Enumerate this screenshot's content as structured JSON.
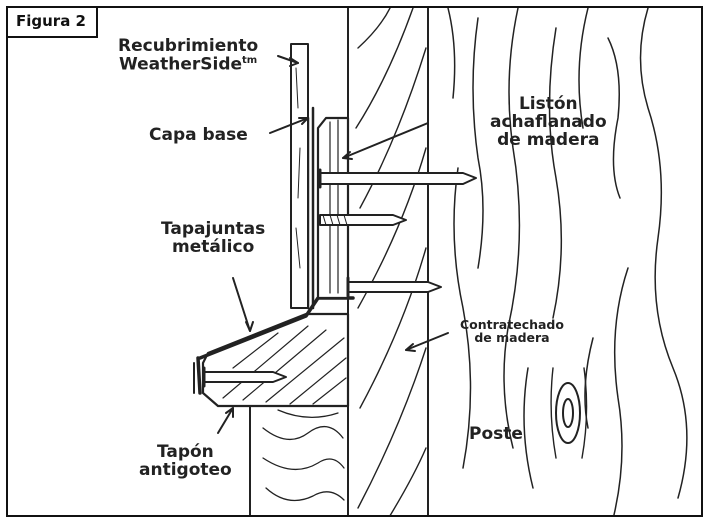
{
  "figure_label": "Figura 2",
  "labels": {
    "recubrimiento_line1": "Recubrimiento",
    "recubrimiento_line2": "WeatherSide",
    "recubrimiento_tm": "tm",
    "capa_base": "Capa base",
    "liston_line1": "Listón",
    "liston_line2": "achaflanado",
    "liston_line3": "de madera",
    "tapajuntas_line1": "Tapajuntas",
    "tapajuntas_line2": "metálico",
    "contratechado_line1": "Contratechado",
    "contratechado_line2": "de madera",
    "poste": "Poste",
    "tapon_line1": "Tapón",
    "tapon_line2": "antigoteo"
  },
  "colors": {
    "ink": "#222222",
    "border": "#111111",
    "background": "#ffffff"
  }
}
